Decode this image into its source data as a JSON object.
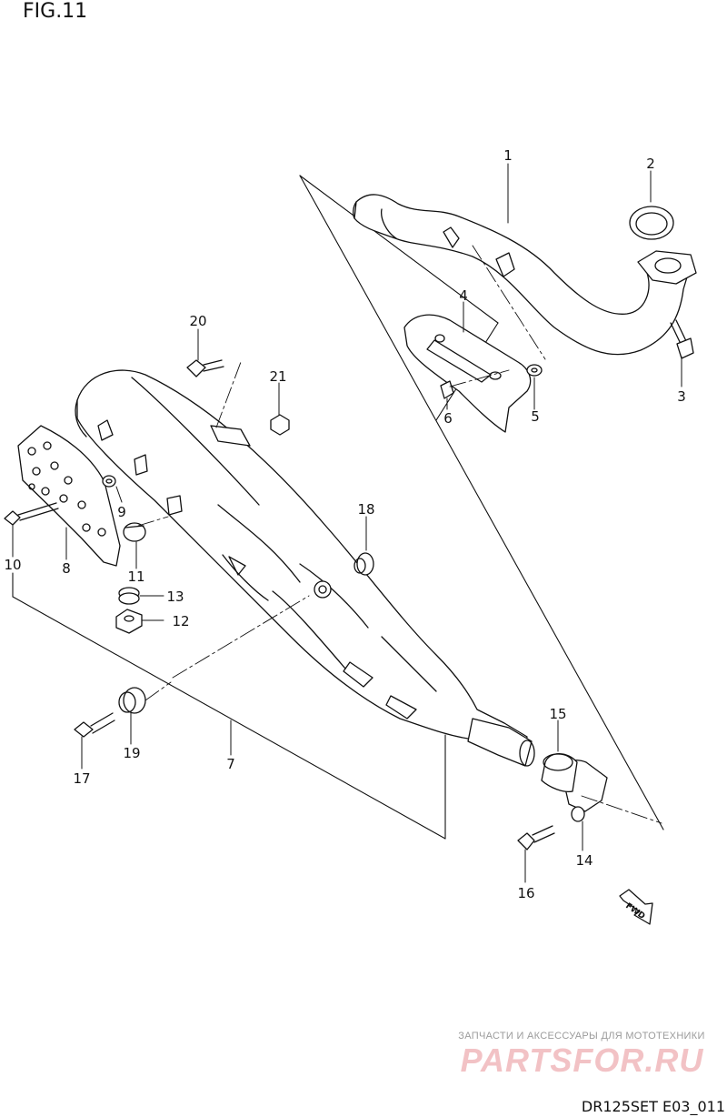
{
  "figure": {
    "title": "FIG.11",
    "code": "DR125SET E03_011"
  },
  "watermark": {
    "tagline": "ЗАПЧАСТИ И АКСЕССУАРЫ ДЛЯ МОТОТЕХНИКИ",
    "logo": "PARTSFOR.RU",
    "logo_color": "#f2c2c5"
  },
  "fwd_label": "FWD",
  "callouts": [
    "1",
    "2",
    "3",
    "4",
    "5",
    "6",
    "7",
    "8",
    "9",
    "10",
    "11",
    "12",
    "13",
    "14",
    "15",
    "16",
    "17",
    "18",
    "19",
    "20",
    "21"
  ],
  "colors": {
    "ink": "#111111",
    "paper": "#ffffff"
  }
}
